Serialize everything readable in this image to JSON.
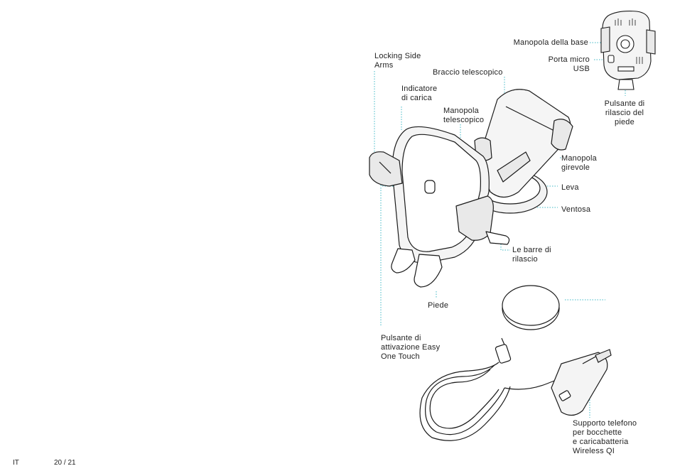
{
  "labels": {
    "locking_side_arms": "Locking Side\nArms",
    "braccio_telescopico": "Braccio telescopico",
    "indicatore_di_carica": "Indicatore\ndi carica",
    "manopola_telescopico": "Manopola\ntelescopico",
    "manopola_girevole": "Manopola\ngirevole",
    "leva": "Leva",
    "ventosa": "Ventosa",
    "le_barre_di_rilascio": "Le barre di\nrilascio",
    "piede": "Piede",
    "pulsante_attivazione": "Pulsante di\nattivazione Easy\nOne Touch",
    "manopola_della_base": "Manopola della base",
    "porta_micro_usb": "Porta micro\nUSB",
    "pulsante_rilascio_piede": "Pulsante di\nrilascio del\npiede",
    "supporto_caricabatteria": "Supporto telefono\nper bocchette\ne caricabatteria\nWireless QI"
  },
  "footer": {
    "language": "IT",
    "page": "20 / 21"
  },
  "colors": {
    "leader_line": "#3fb8c6",
    "outline": "#1a1a1a",
    "fill_gray": "#e9e9e9"
  }
}
